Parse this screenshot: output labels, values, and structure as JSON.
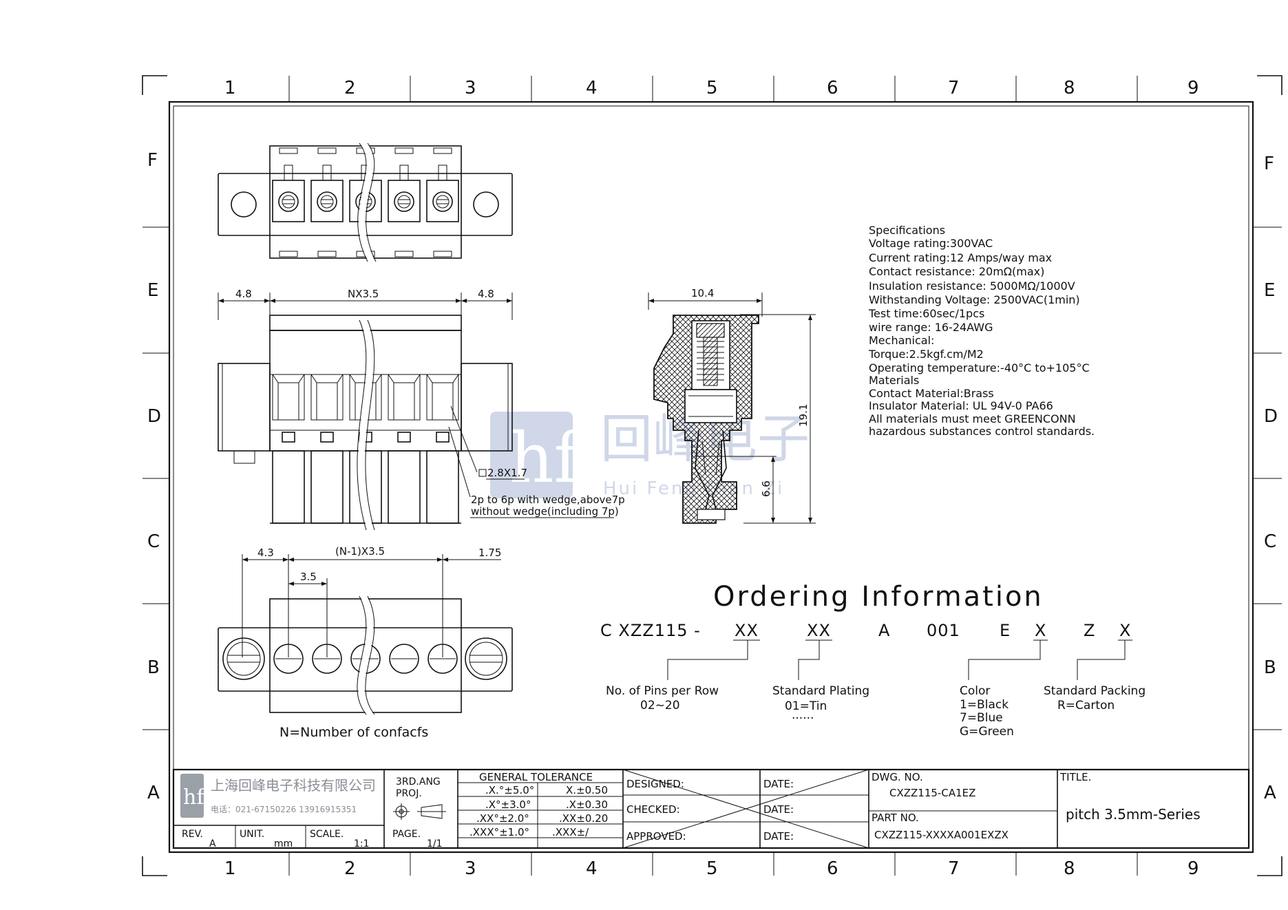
{
  "frame": {
    "columns": [
      "1",
      "2",
      "3",
      "4",
      "5",
      "6",
      "7",
      "8",
      "9"
    ],
    "rows": [
      "F",
      "E",
      "D",
      "C",
      "B",
      "A"
    ]
  },
  "dims": {
    "top_left": "4.8",
    "top_mid": "NX3.5",
    "top_right": "4.8",
    "side_width": "10.4",
    "side_height": "19.1",
    "side_pin": "6.6",
    "pin_size": "2.8X1.7",
    "wedge_note_1": "2p to 6p with wedge,above7p",
    "wedge_note_2": "without wedge(including 7p)",
    "bot_left": "4.3",
    "bot_mid": "(N-1)X3.5",
    "bot_pitch": "3.5",
    "bot_right": "1.75",
    "contacts_note": "N=Number of confacfs"
  },
  "specs": [
    "Specifications",
    "Voltage rating:300VAC",
    "Current rating:12 Amps/way max",
    "Contact resistance: 20mΩ(max)",
    "Insulation resistance: 5000MΩ/1000V",
    "Withstanding Voltage: 2500VAC(1min)",
    "Test time:60sec/1pcs",
    "wire range: 16-24AWG",
    "Mechanical:",
    "Torque:2.5kgf.cm/M2",
    "Operating temperature:-40°C to+105°C",
    "Materials",
    "Contact Material:Brass",
    "Insulator Material: UL 94V-0 PA66",
    "All materials must meet GREENCONN",
    "hazardous substances control standards."
  ],
  "ordering": {
    "title": "Ordering Information",
    "code_parts": [
      "C XZZ115 -",
      "XX",
      "XX",
      "A",
      "001",
      "E",
      "X",
      "Z",
      "X"
    ],
    "pins": {
      "label": "No. of Pins per Row",
      "value": "02~20"
    },
    "plating": {
      "label": "Standard Plating",
      "value": "01=Tin",
      "more": "......"
    },
    "color": {
      "label": "Color",
      "options": [
        "1=Black",
        "7=Blue",
        "G=Green"
      ]
    },
    "packing": {
      "label": "Standard Packing",
      "value": "R=Carton"
    }
  },
  "watermark": {
    "cn": "回峰电子",
    "en": "Hui Feng Dian Zi"
  },
  "title_block": {
    "company": "上海回峰电子科技有限公司",
    "phone": "电话：021-67150226 13916915351",
    "rev_label": "REV.",
    "rev": "A",
    "unit_label": "UNIT.",
    "unit": "mm",
    "scale_label": "SCALE.",
    "scale": "1:1",
    "projection_1": "3RD.ANG",
    "projection_2": "PROJ.",
    "page_label": "PAGE.",
    "page": "1/1",
    "tolerance_title": "GENERAL TOLERANCE",
    "tolerances": [
      [
        ".X.°±5.0°",
        "X.±0.50"
      ],
      [
        ".X°±3.0°",
        ".X±0.30"
      ],
      [
        ".XX°±2.0°",
        ".XX±0.20"
      ],
      [
        ".XXX°±1.0°",
        ".XXX±/"
      ]
    ],
    "designed": "DESIGNED:",
    "checked": "CHECKED:",
    "approved": "APPROVED:",
    "date": "DATE:",
    "dwg_label": "DWG. NO.",
    "dwg": "CXZZ115-CA1EZ",
    "part_label": "PART NO.",
    "part": "CXZZ115-XXXXA001EXZX",
    "title_label": "TITLE.",
    "title": "pitch 3.5mm-Series"
  }
}
